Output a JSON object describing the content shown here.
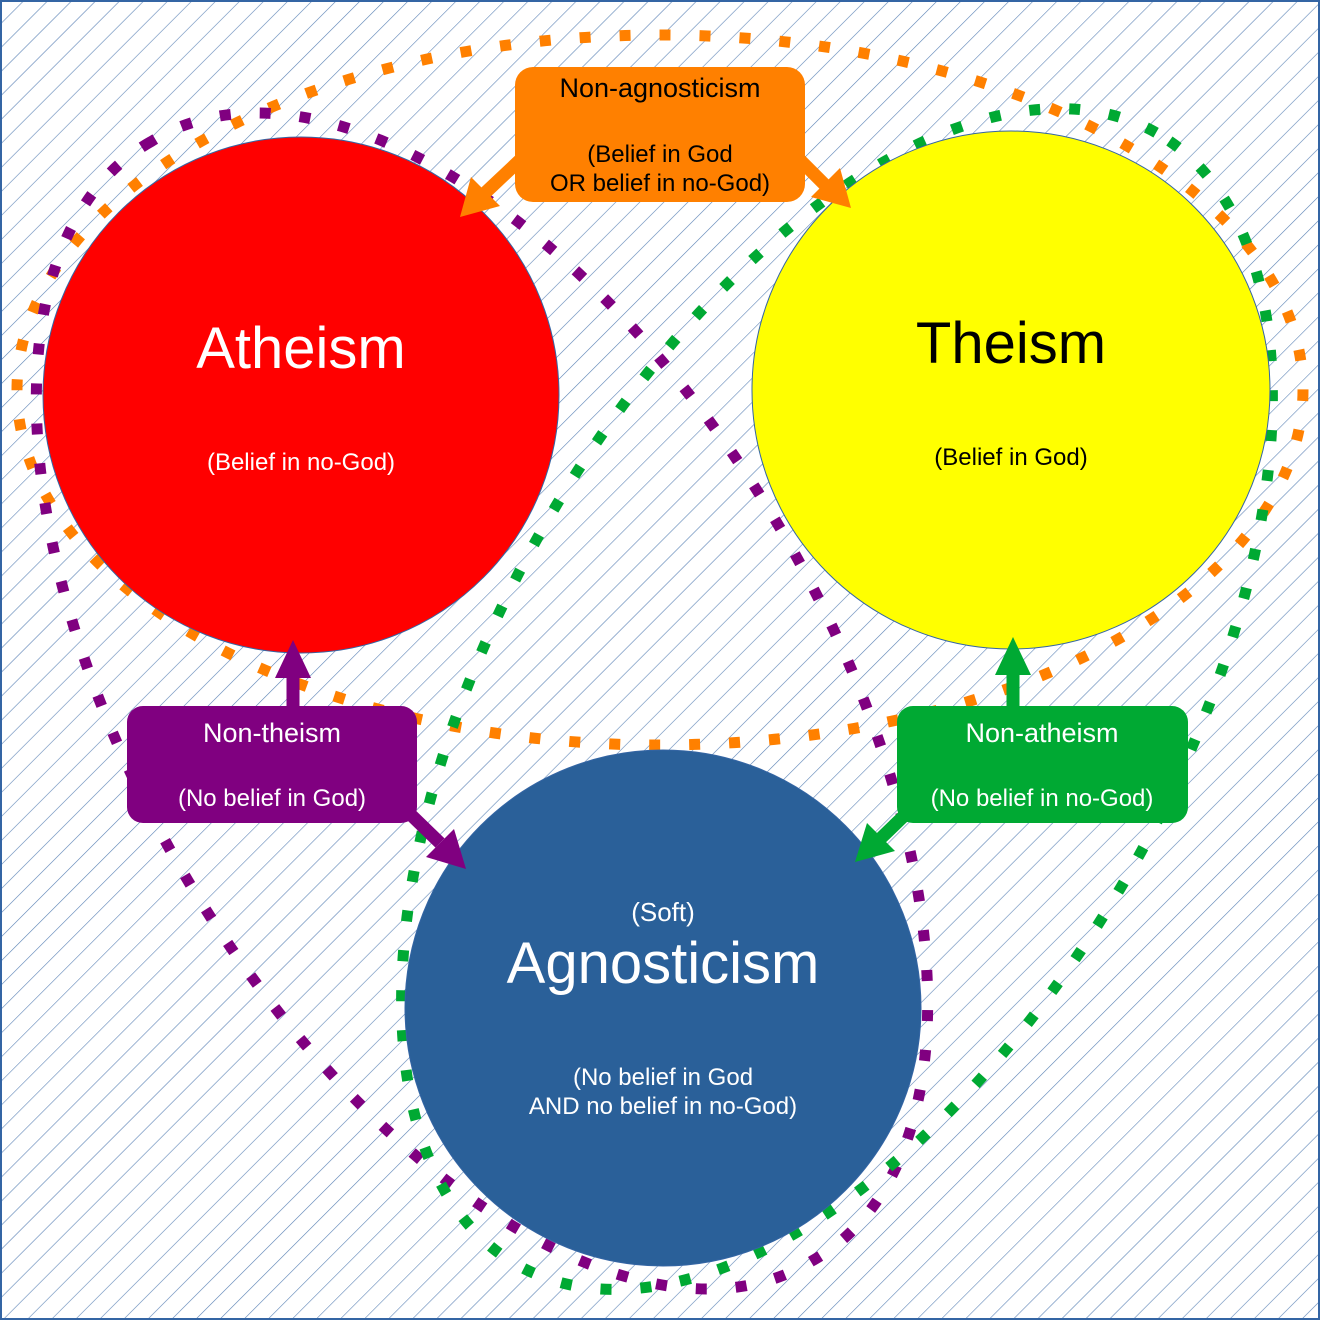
{
  "colors": {
    "atheism": "#ff0000",
    "theism": "#ffff00",
    "agnosticism": "#2a6099",
    "non_agnosticism": "#ff8000",
    "non_theism": "#800080",
    "non_atheism": "#00a933",
    "hatch": "#3465a4"
  },
  "circles": {
    "atheism": {
      "title": "Atheism",
      "subtitle": "(Belief in no-God)"
    },
    "theism": {
      "title": "Theism",
      "subtitle": "(Belief in God)"
    },
    "agnosticism": {
      "prefix": "(Soft)",
      "title": "Agnosticism",
      "subtitle_line1": "(No belief in God",
      "subtitle_line2": "AND no belief in no-God)"
    }
  },
  "boxes": {
    "non_agnosticism": {
      "title": "Non-agnosticism",
      "line1": "(Belief in God",
      "line2": "OR belief in no-God)"
    },
    "non_theism": {
      "title": "Non-theism",
      "line1": "(No belief in God)"
    },
    "non_atheism": {
      "title": "Non-atheism",
      "line1": "(No belief in no-God)"
    }
  }
}
